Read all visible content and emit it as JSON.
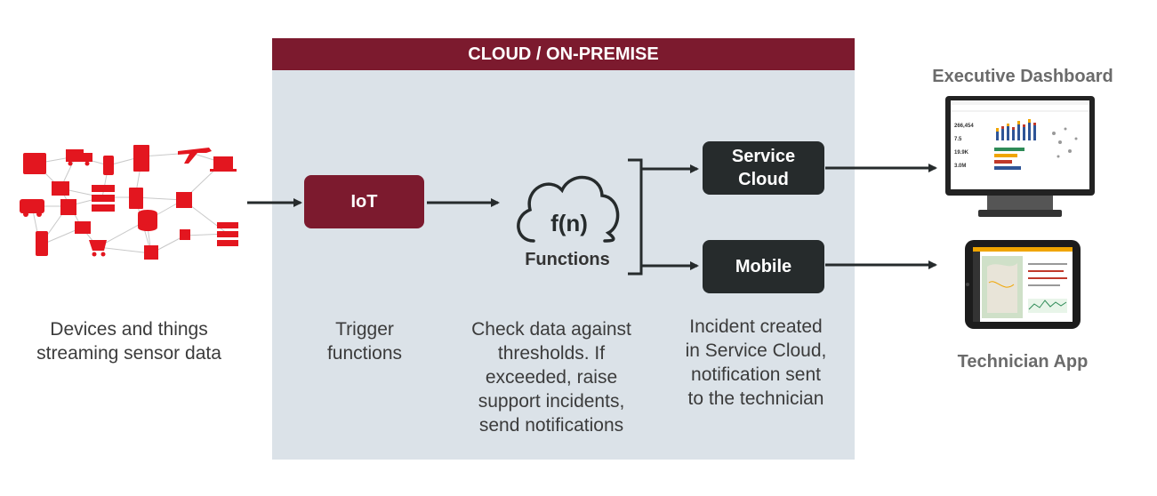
{
  "panel": {
    "header": "CLOUD / ON-PREMISE"
  },
  "nodes": {
    "iot": "IoT",
    "functions_symbol": "f(n)",
    "functions_label": "Functions",
    "service_cloud": "Service\nCloud",
    "mobile": "Mobile"
  },
  "captions": {
    "devices": "Devices and things\nstreaming sensor data",
    "trigger": "Trigger\nfunctions",
    "check": "Check data against\nthresholds. If\nexceeded, raise\nsupport incidents,\nsend notifications",
    "incident": "Incident created\nin Service Cloud,\nnotification sent\nto the technician"
  },
  "outputs": {
    "executive_dashboard": "Executive Dashboard",
    "technician_app": "Technician App"
  },
  "dashboard_readouts": [
    "266,454",
    "7.5",
    "19.9K",
    "3.0M"
  ],
  "colors": {
    "brand": "#7c1a2e",
    "device_red": "#e3161f",
    "dark_box": "#262b2c",
    "panel": "#dbe2e8"
  }
}
